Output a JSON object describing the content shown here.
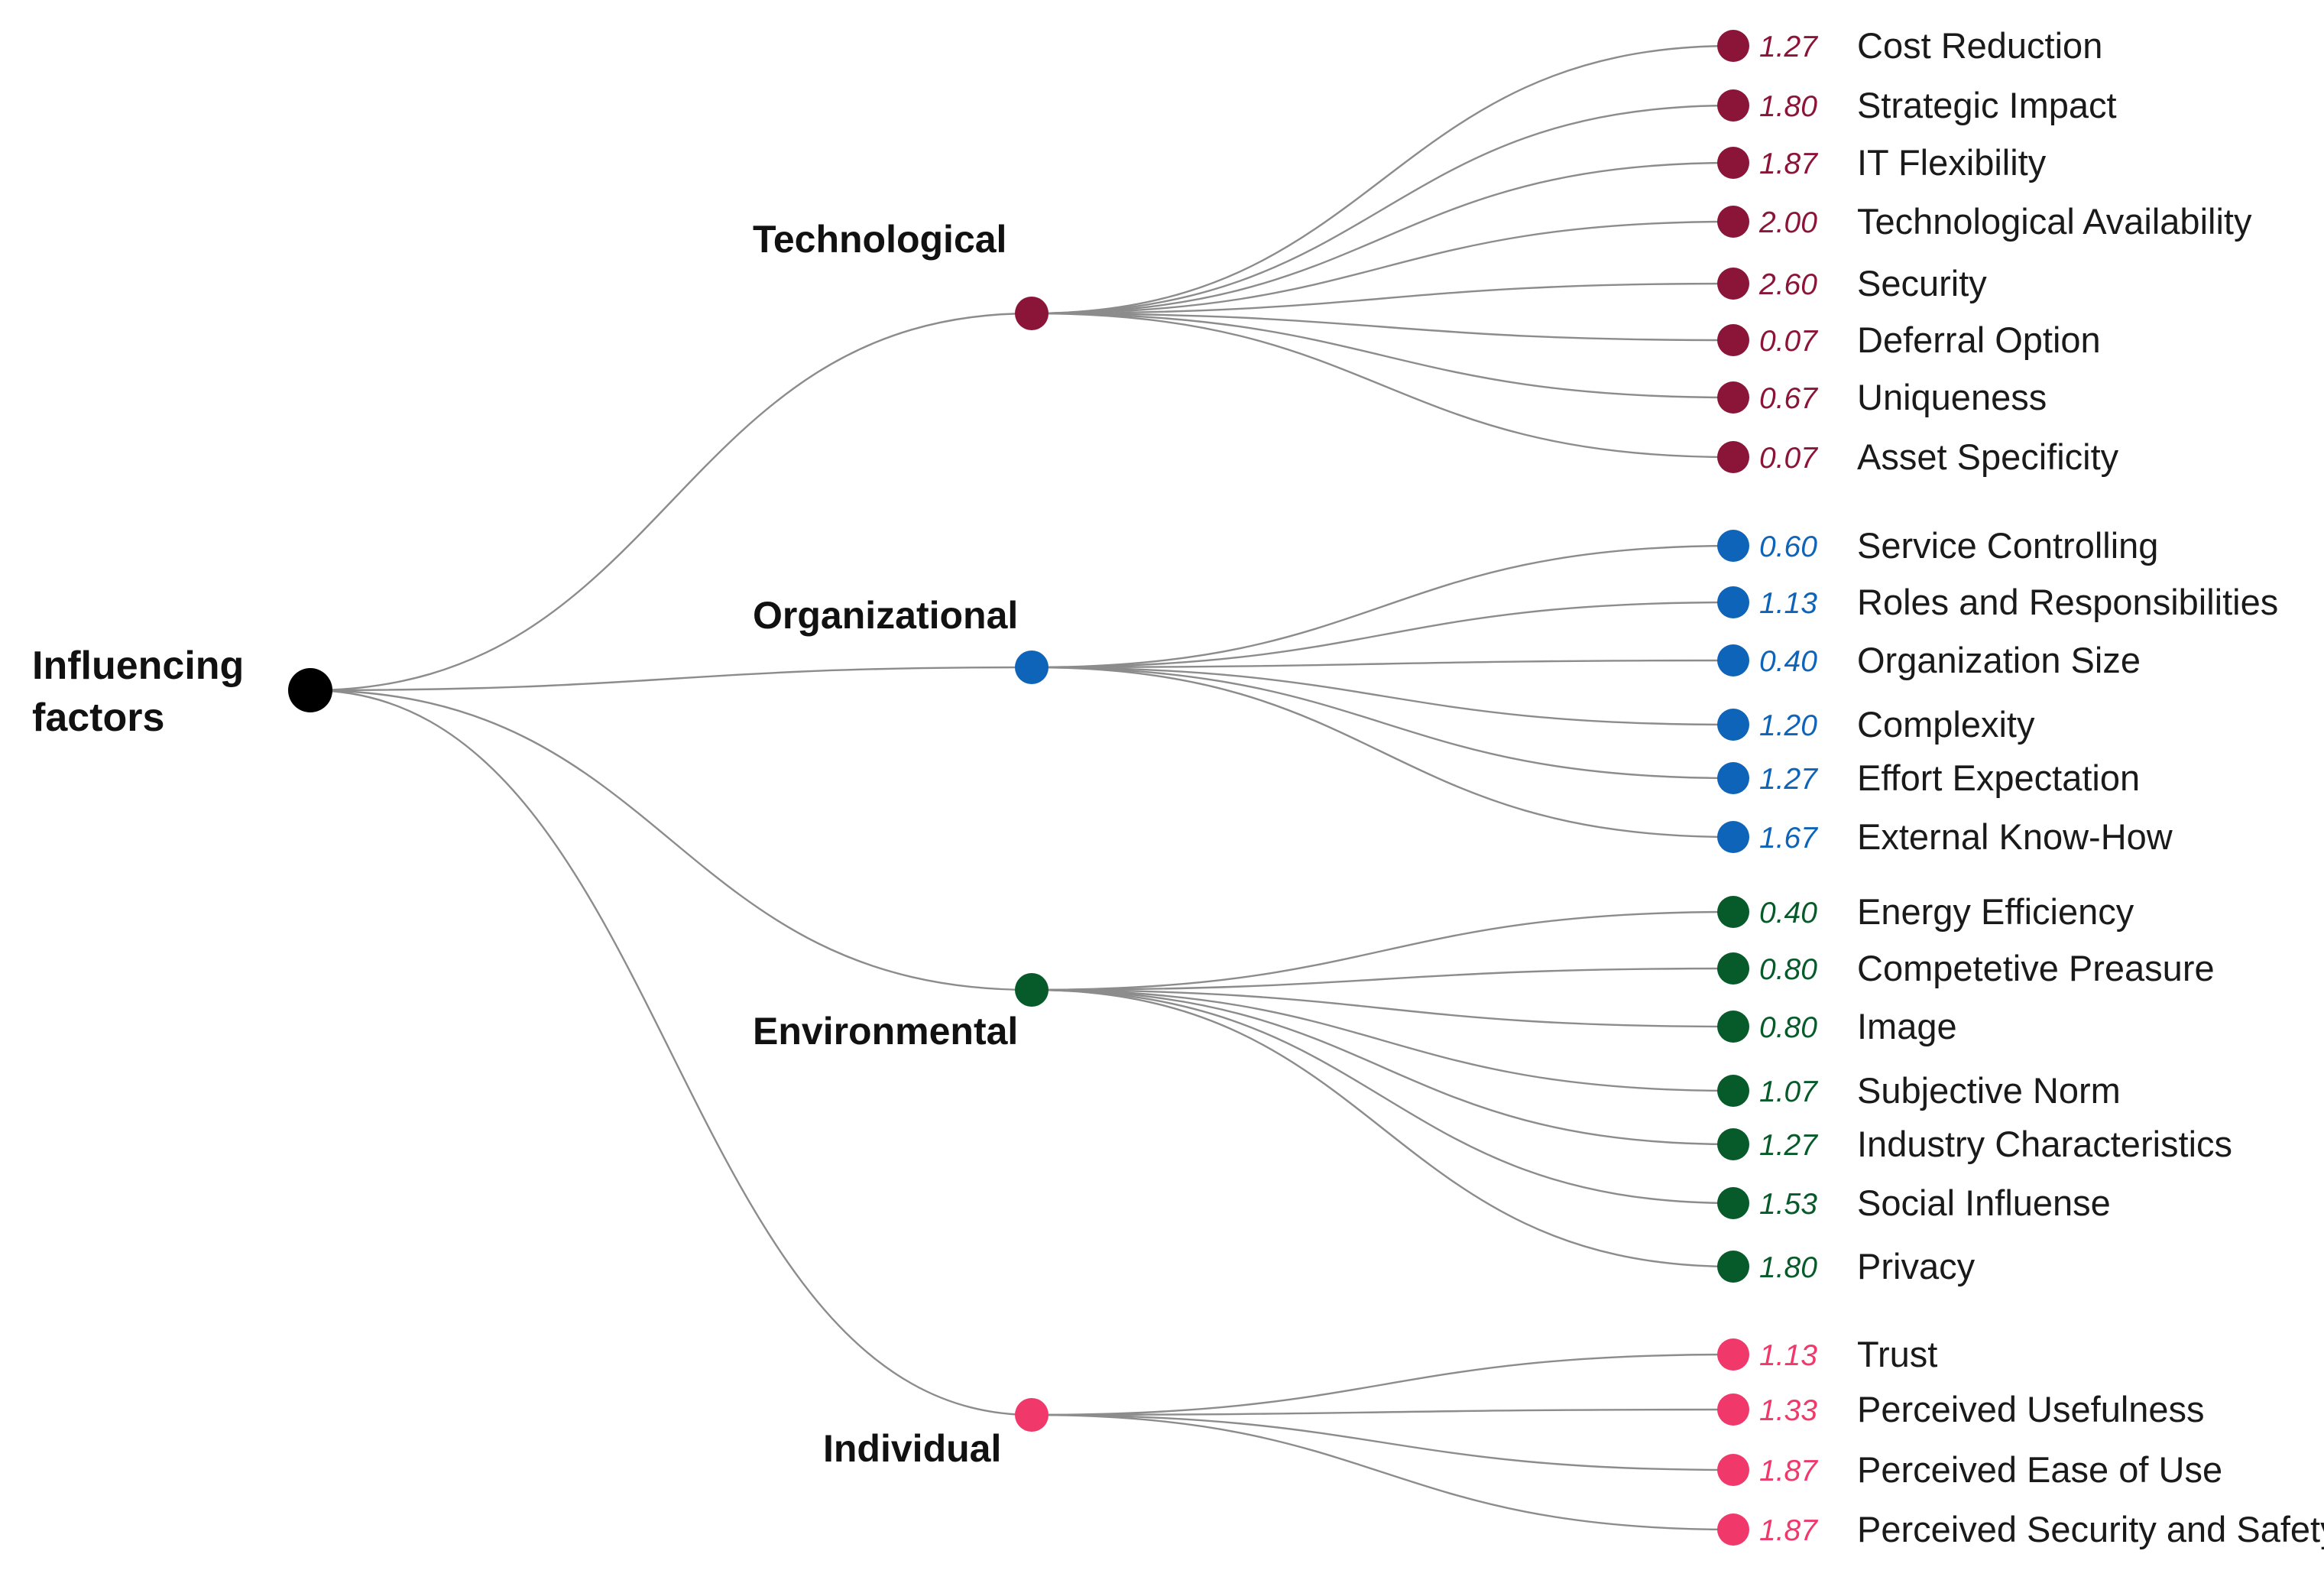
{
  "root": {
    "label_lines": [
      "Influencing",
      "factors"
    ],
    "color": "#000000"
  },
  "categories": [
    {
      "name": "Technological",
      "color": "#8b1538",
      "leaves": [
        {
          "label": "Cost Reduction",
          "value": "1.27"
        },
        {
          "label": "Strategic Impact",
          "value": "1.80"
        },
        {
          "label": "IT Flexibility",
          "value": "1.87"
        },
        {
          "label": "Technological Availability",
          "value": "2.00"
        },
        {
          "label": "Security",
          "value": "2.60"
        },
        {
          "label": "Deferral Option",
          "value": "0.07"
        },
        {
          "label": "Uniqueness",
          "value": "0.67"
        },
        {
          "label": "Asset Specificity",
          "value": "0.07"
        }
      ]
    },
    {
      "name": "Organizational",
      "color": "#0e64b8",
      "leaves": [
        {
          "label": "Service Controlling",
          "value": "0.60"
        },
        {
          "label": "Roles and Responsibilities",
          "value": "1.13"
        },
        {
          "label": "Organization Size",
          "value": "0.40"
        },
        {
          "label": "Complexity",
          "value": "1.20"
        },
        {
          "label": "Effort Expectation",
          "value": "1.27"
        },
        {
          "label": "External Know-How",
          "value": "1.67"
        }
      ]
    },
    {
      "name": "Environmental",
      "color": "#075a2a",
      "leaves": [
        {
          "label": "Energy Efficiency",
          "value": "0.40"
        },
        {
          "label": "Competetive Preasure",
          "value": "0.80"
        },
        {
          "label": "Image",
          "value": "0.80"
        },
        {
          "label": "Subjective Norm",
          "value": "1.07"
        },
        {
          "label": "Industry Characteristics",
          "value": "1.27"
        },
        {
          "label": "Social Influense",
          "value": "1.53"
        },
        {
          "label": "Privacy",
          "value": "1.80"
        }
      ]
    },
    {
      "name": "Individual",
      "color": "#f0386b",
      "leaves": [
        {
          "label": "Trust",
          "value": "1.13"
        },
        {
          "label": "Perceived Usefulness",
          "value": "1.33"
        },
        {
          "label": "Perceived Ease of Use",
          "value": "1.87"
        },
        {
          "label": "Perceived Security and Safety",
          "value": "1.87"
        }
      ]
    }
  ]
}
